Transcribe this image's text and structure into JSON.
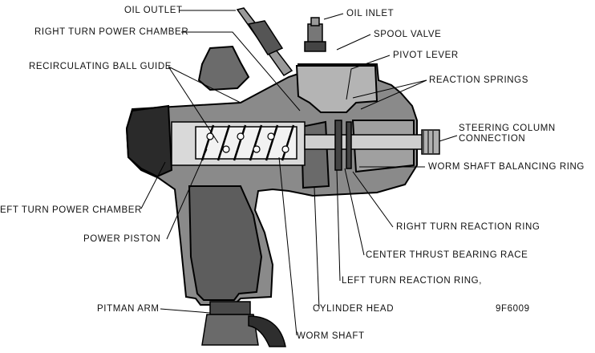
{
  "figure_id": "9F6009",
  "labels": {
    "oil_outlet": "OIL OUTLET",
    "oil_inlet": "OIL INLET",
    "right_turn_power_chamber": "RIGHT TURN POWER CHAMBER",
    "spool_valve": "SPOOL VALVE",
    "pivot_lever": "PIVOT LEVER",
    "recirculating_ball_guide": "RECIRCULATING BALL GUIDE",
    "reaction_springs": "REACTION SPRINGS",
    "steering_column_connection": "STEERING COLUMN\nCONNECTION",
    "worm_shaft_balancing_ring": "WORM SHAFT BALANCING RING",
    "left_turn_power_chamber": "EFT TURN POWER CHAMBER",
    "right_turn_reaction_ring": "RIGHT TURN REACTION RING",
    "power_piston": "POWER PISTON",
    "center_thrust_bearing_race": "CENTER THRUST BEARING RACE",
    "left_turn_reaction_ring": "LEFT TURN REACTION RING,",
    "pitman_arm": "PITMAN ARM",
    "cylinder_head": "CYLINDER HEAD",
    "worm_shaft": "WORM SHAFT"
  }
}
